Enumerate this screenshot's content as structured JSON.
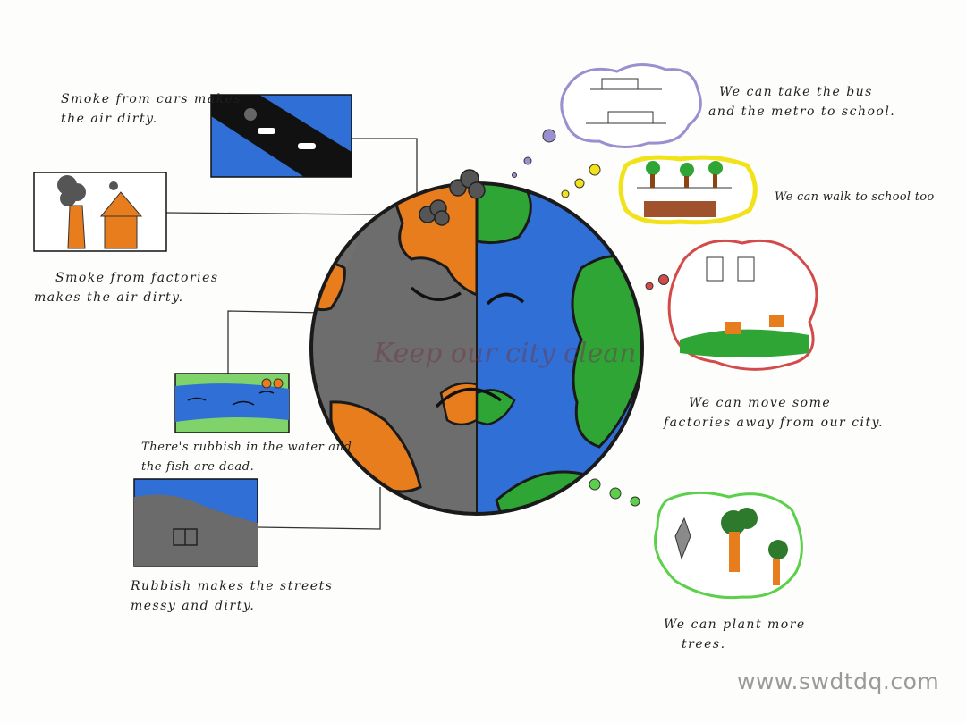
{
  "poster": {
    "slogan": "Keep our city clean",
    "problems": [
      {
        "lines": [
          "Smoke from cars makes",
          "the air dirty."
        ]
      },
      {
        "lines": [
          "Smoke from factories",
          "makes the air dirty."
        ]
      },
      {
        "lines": [
          "There's rubbish in the water and",
          "the fish are dead."
        ]
      },
      {
        "lines": [
          "Rubbish makes the streets",
          "messy and dirty."
        ]
      }
    ],
    "solutions": [
      {
        "lines": [
          "We can take the bus",
          "and the metro to school."
        ]
      },
      {
        "lines": [
          "We can walk to school too"
        ]
      },
      {
        "lines": [
          "We can move some",
          "factories away from our city."
        ]
      },
      {
        "lines": [
          "We can plant more",
          "trees."
        ]
      }
    ]
  },
  "watermark": "www.swdtdq.com",
  "colors": {
    "ocean": "#2f6fd6",
    "land": "#2fa535",
    "polluted": "#6b6b6b",
    "orange": "#e87d1e",
    "bubble_purple": "#9b8fd0",
    "bubble_yellow": "#f2e21a",
    "bubble_red": "#d34a4a",
    "bubble_green": "#5cd04a"
  }
}
